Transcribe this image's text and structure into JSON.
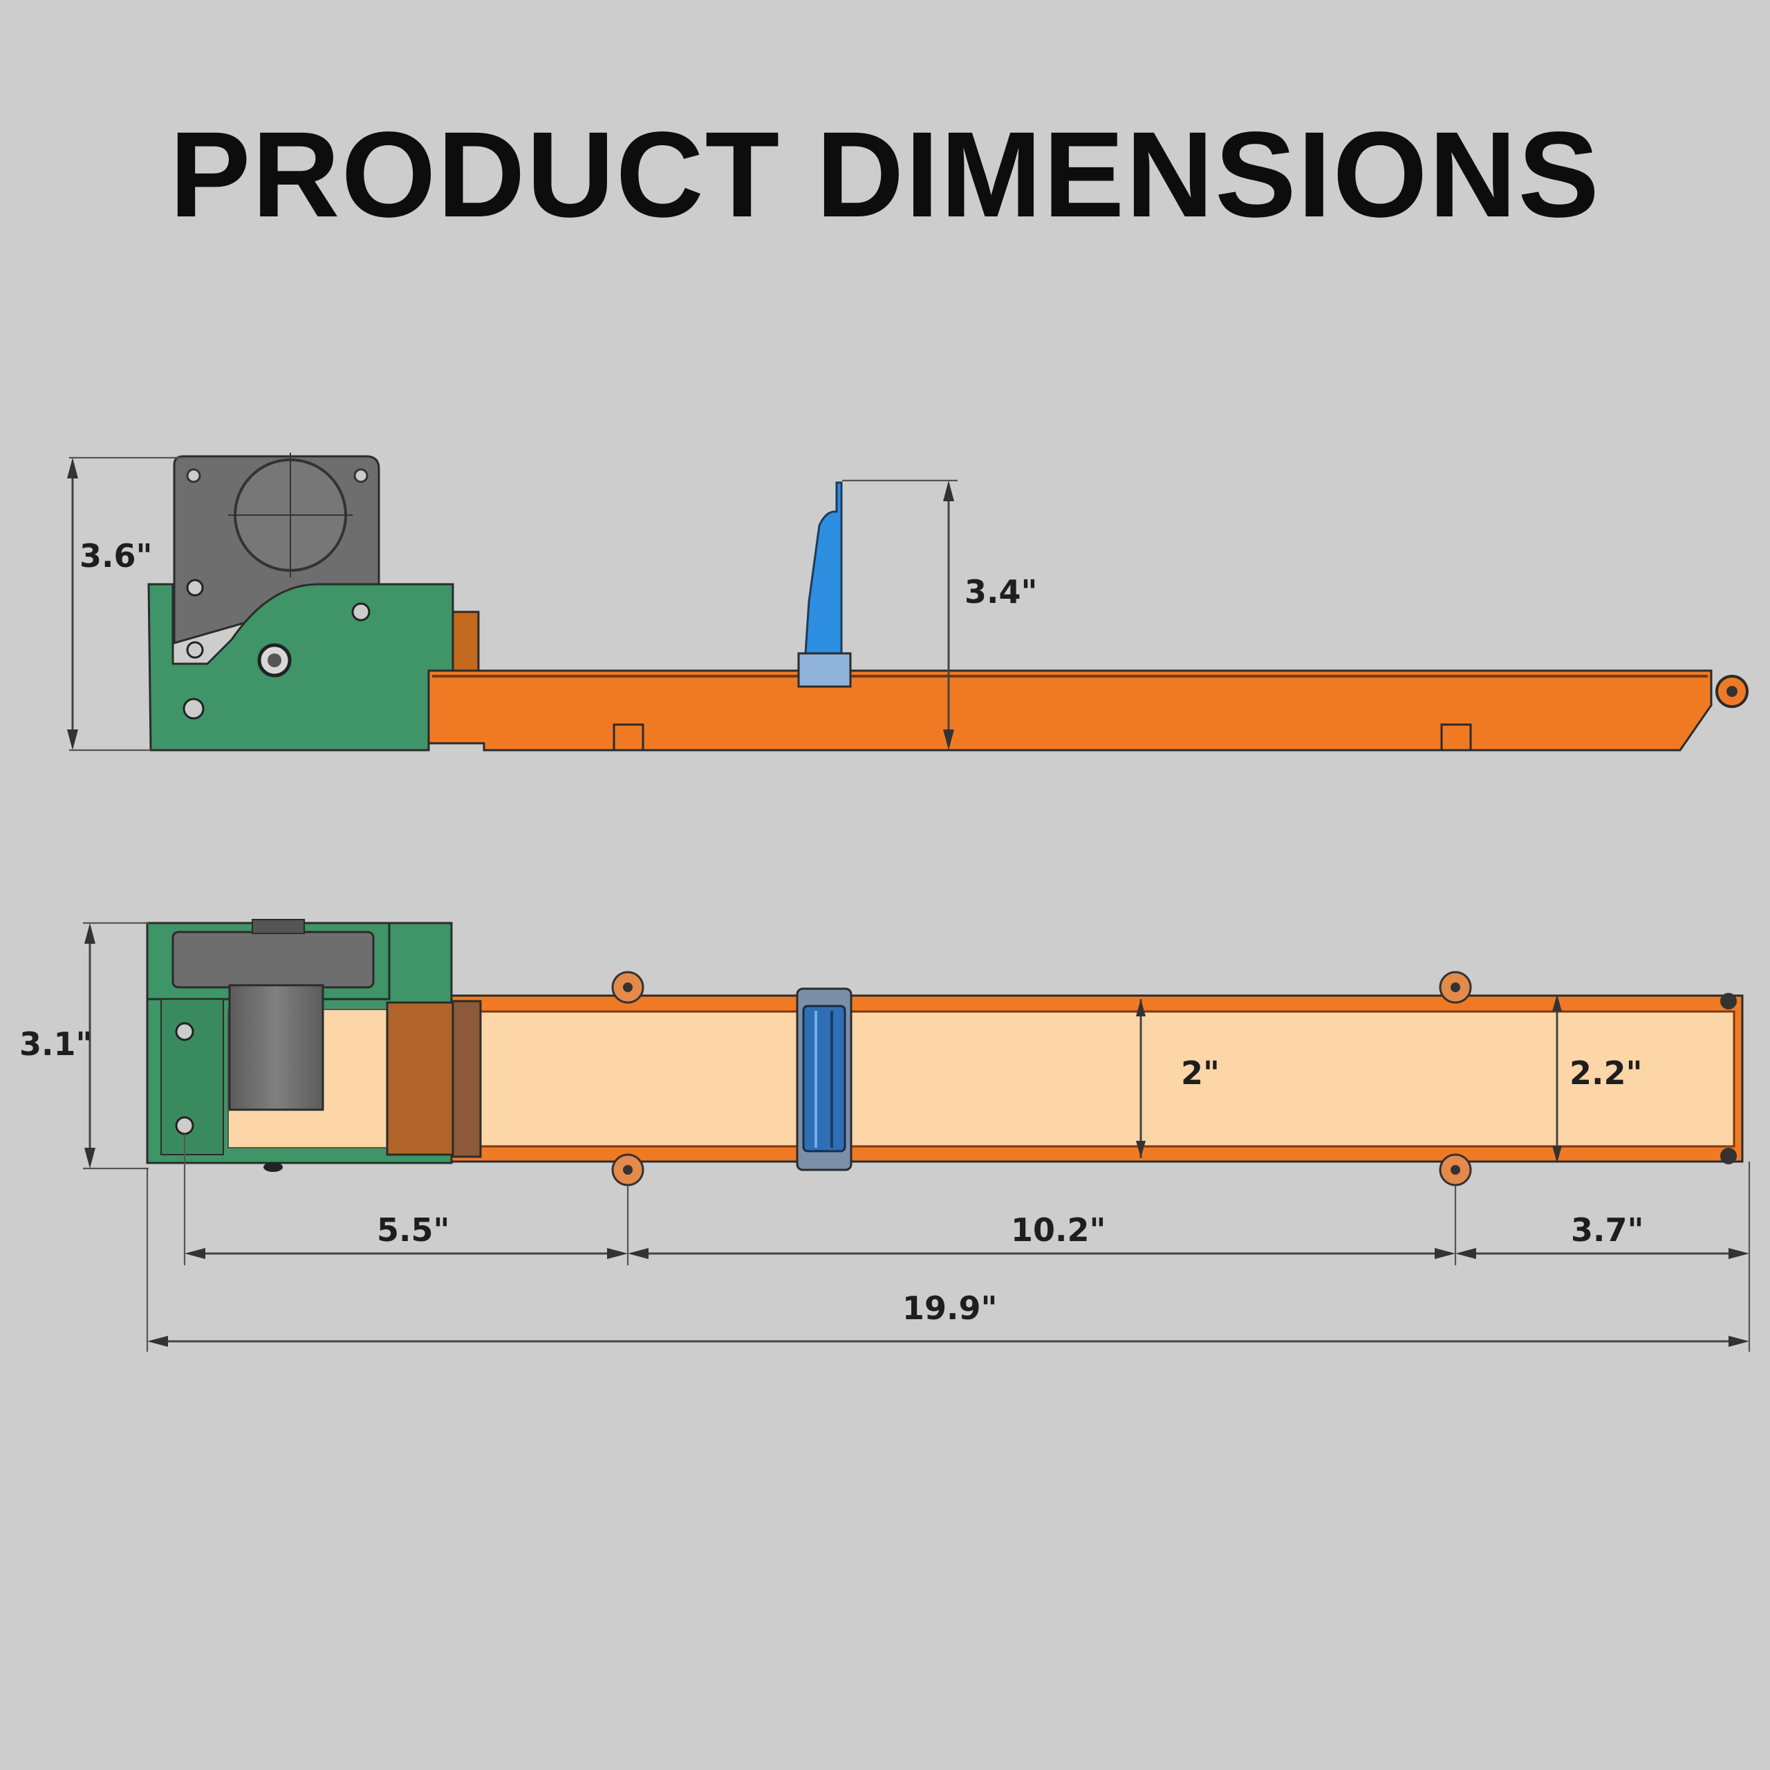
{
  "title": "PRODUCT DIMENSIONS",
  "colors": {
    "background": "#cdcdcd",
    "frame_green": "#3f9468",
    "motor_gray": "#6e6e6e",
    "rail_orange": "#f07a24",
    "bed_peach": "#fdd6a8",
    "fence_blue": "#2e8ee0"
  },
  "dimensions": {
    "side_height_left": "3.6\"",
    "side_height_fence": "3.4\"",
    "top_height_left": "3.1\"",
    "inner_width_a": "2\"",
    "inner_width_b": "2.2\"",
    "seg_1": "5.5\"",
    "seg_2": "10.2\"",
    "seg_3": "3.7\"",
    "overall_length": "19.9\""
  }
}
